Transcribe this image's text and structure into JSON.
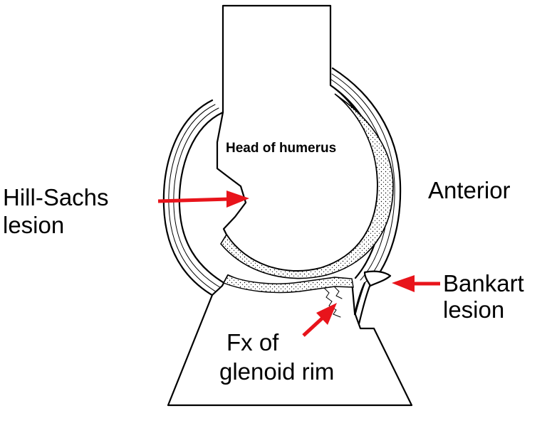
{
  "labels": {
    "head_of_humerus": "Head of humerus",
    "hill_sachs_line1": "Hill-Sachs",
    "hill_sachs_line2": "lesion",
    "anterior": "Anterior",
    "bankart_line1": "Bankart",
    "bankart_line2": "lesion",
    "fx_line1": "Fx of",
    "fx_line2": "glenoid rim"
  },
  "colors": {
    "arrow": "#e8141b",
    "ink": "#000000",
    "background": "#ffffff"
  }
}
